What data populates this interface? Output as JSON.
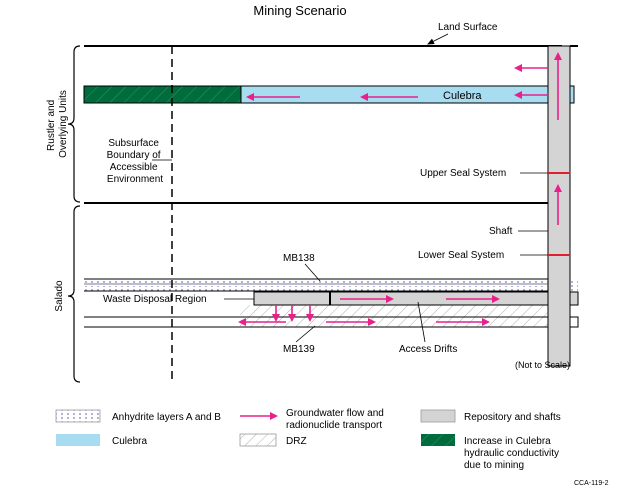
{
  "title": "Mining Scenario",
  "labels": {
    "land_surface": "Land Surface",
    "culebra": "Culebra",
    "subsurface_boundary": [
      "Subsurface",
      "Boundary of",
      "Accessible",
      "Environment"
    ],
    "upper_seal": "Upper Seal System",
    "shaft": "Shaft",
    "lower_seal": "Lower Seal System",
    "mb138": "MB138",
    "waste_disposal": "Waste Disposal Region",
    "mb139": "MB139",
    "access_drifts": "Access Drifts",
    "not_to_scale": "(Not to Scale)",
    "rustler_line1": "Rustler and",
    "rustler_line2": "Overlying Units",
    "salado": "Salado",
    "figure_id": "CCA-119-2"
  },
  "legend": {
    "anhydrite": "Anhydrite layers A and B",
    "groundwater_1": "Groundwater flow and",
    "groundwater_2": "radionuclide transport",
    "repository": "Repository and shafts",
    "culebra": "Culebra",
    "drz": "DRZ",
    "increase_1": "Increase in Culebra",
    "increase_2": "hydraulic conductivity",
    "increase_3": "due to mining"
  },
  "colors": {
    "culebra_fill": "#a8dcf0",
    "mining_zone_fill": "#006b3c",
    "repository_fill": "#d4d4d4",
    "flow_arrow": "#e8208c",
    "seal": "#e0202e",
    "anhydrite_dots": "#7a7ac8"
  }
}
